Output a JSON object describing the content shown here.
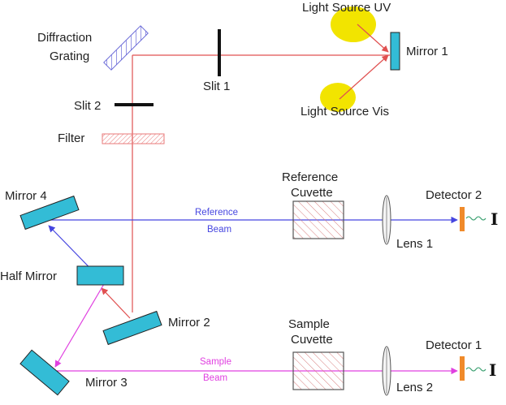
{
  "labels": {
    "diffraction_grating": [
      "Diffraction",
      "Grating"
    ],
    "light_source_uv": "Light Source UV",
    "mirror_1": "Mirror 1",
    "slit_1": "Slit 1",
    "light_source_vis": "Light Source Vis",
    "slit_2": "Slit 2",
    "filter": "Filter",
    "reference_cuvette": [
      "Reference",
      "Cuvette"
    ],
    "detector_2": "Detector 2",
    "mirror_4": "Mirror 4",
    "reference_beam": [
      "Reference",
      "Beam"
    ],
    "lens_1": "Lens 1",
    "half_mirror": "Half Mirror",
    "mirror_2": "Mirror 2",
    "sample_cuvette": [
      "Sample",
      "Cuvette"
    ],
    "detector_1": "Detector 1",
    "sample_beam": [
      "Sample",
      "Beam"
    ],
    "mirror_3": "Mirror 3",
    "lens_2": "Lens 2",
    "intensity_symbol": "I"
  },
  "colors": {
    "source_glow": "#f2e400",
    "main_beam": "#e05050",
    "reference_beam": "#4646e0",
    "sample_beam": "#e040e0",
    "mirror_fill": "#33bcd6",
    "detector": "#f08a2a",
    "grating": "#6a6ad8",
    "filter": "#e87a7a",
    "cuvette_hatch": "#d88080",
    "optic_stroke": "#222222"
  }
}
